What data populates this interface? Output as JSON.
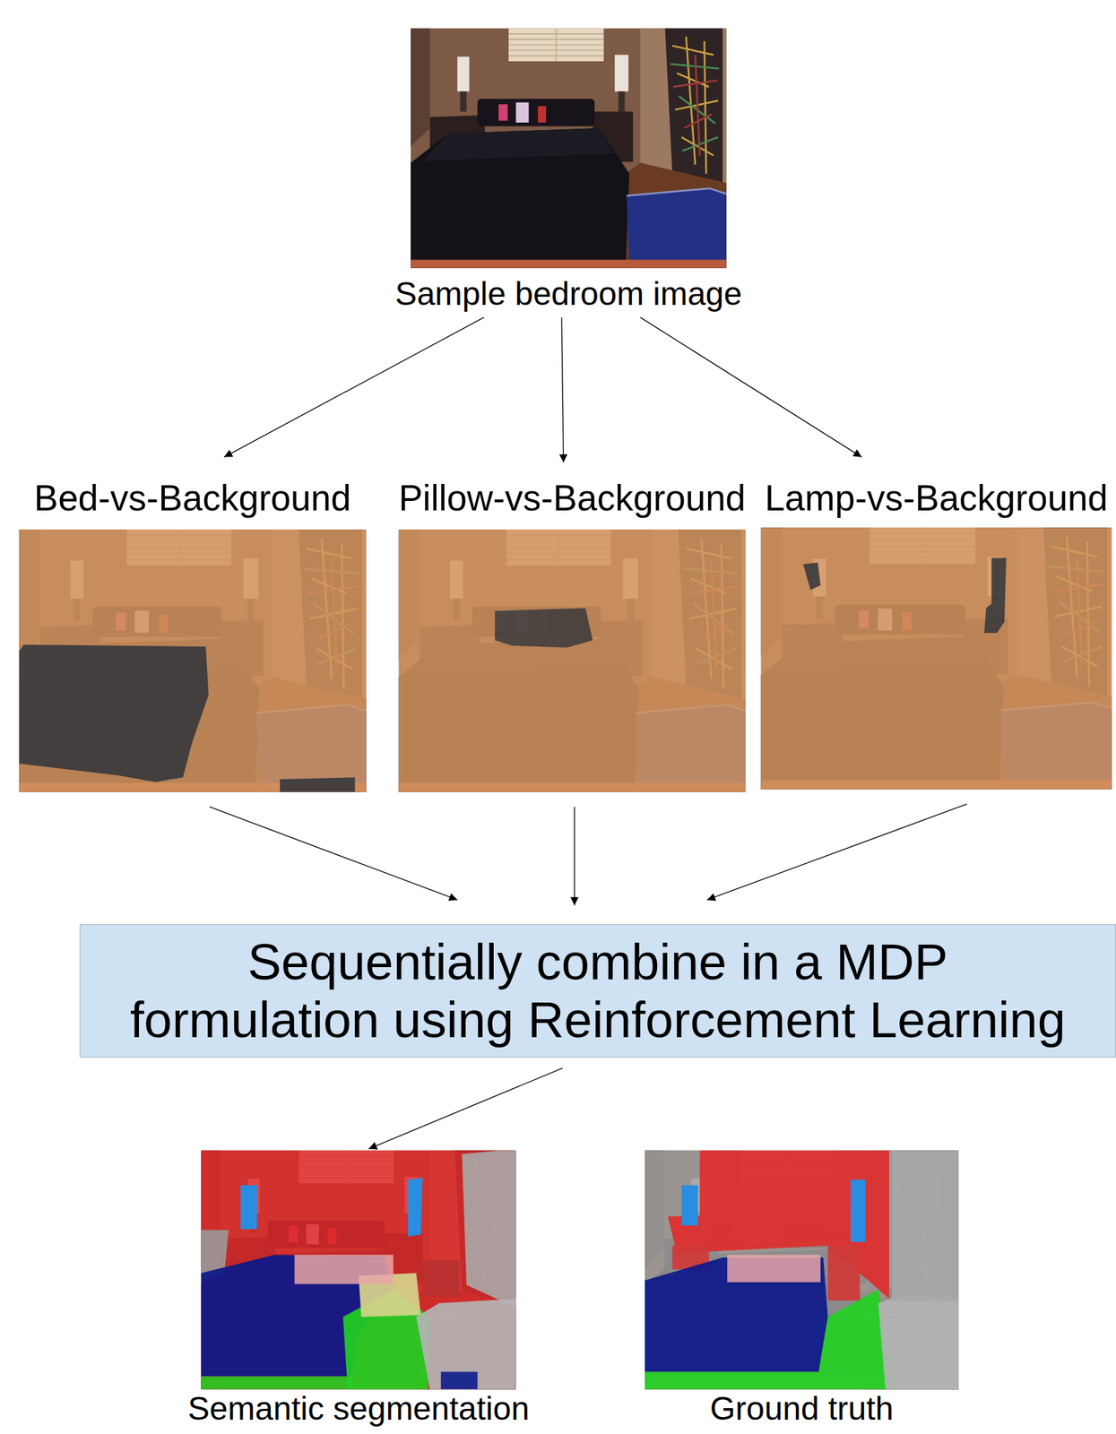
{
  "diagram": {
    "nodes": [
      {
        "text": [
          "Sample bedroom image"
        ]
      },
      {
        "text": [
          "Bed-vs-Background"
        ]
      },
      {
        "text": [
          "Pillow-vs-Background"
        ]
      },
      {
        "text": [
          "Lamp-vs-Background"
        ]
      },
      {
        "text": [
          "Sequentially combine in a MDP formulation using Reinforcement Learning"
        ]
      },
      {
        "text": [
          "Semantic segmentation"
        ]
      },
      {
        "text": [
          "Ground truth"
        ]
      }
    ],
    "edges": [
      {
        "from": 0,
        "to": 1,
        "arrow": "to"
      },
      {
        "from": 0,
        "to": 2,
        "arrow": "to"
      },
      {
        "from": 0,
        "to": 3,
        "arrow": "to"
      },
      {
        "from": 1,
        "to": 4,
        "arrow": "to"
      },
      {
        "from": 2,
        "to": 4,
        "arrow": "to"
      },
      {
        "from": 3,
        "to": 4,
        "arrow": "to"
      },
      {
        "from": 4,
        "to": 5,
        "arrow": "to"
      }
    ]
  }
}
